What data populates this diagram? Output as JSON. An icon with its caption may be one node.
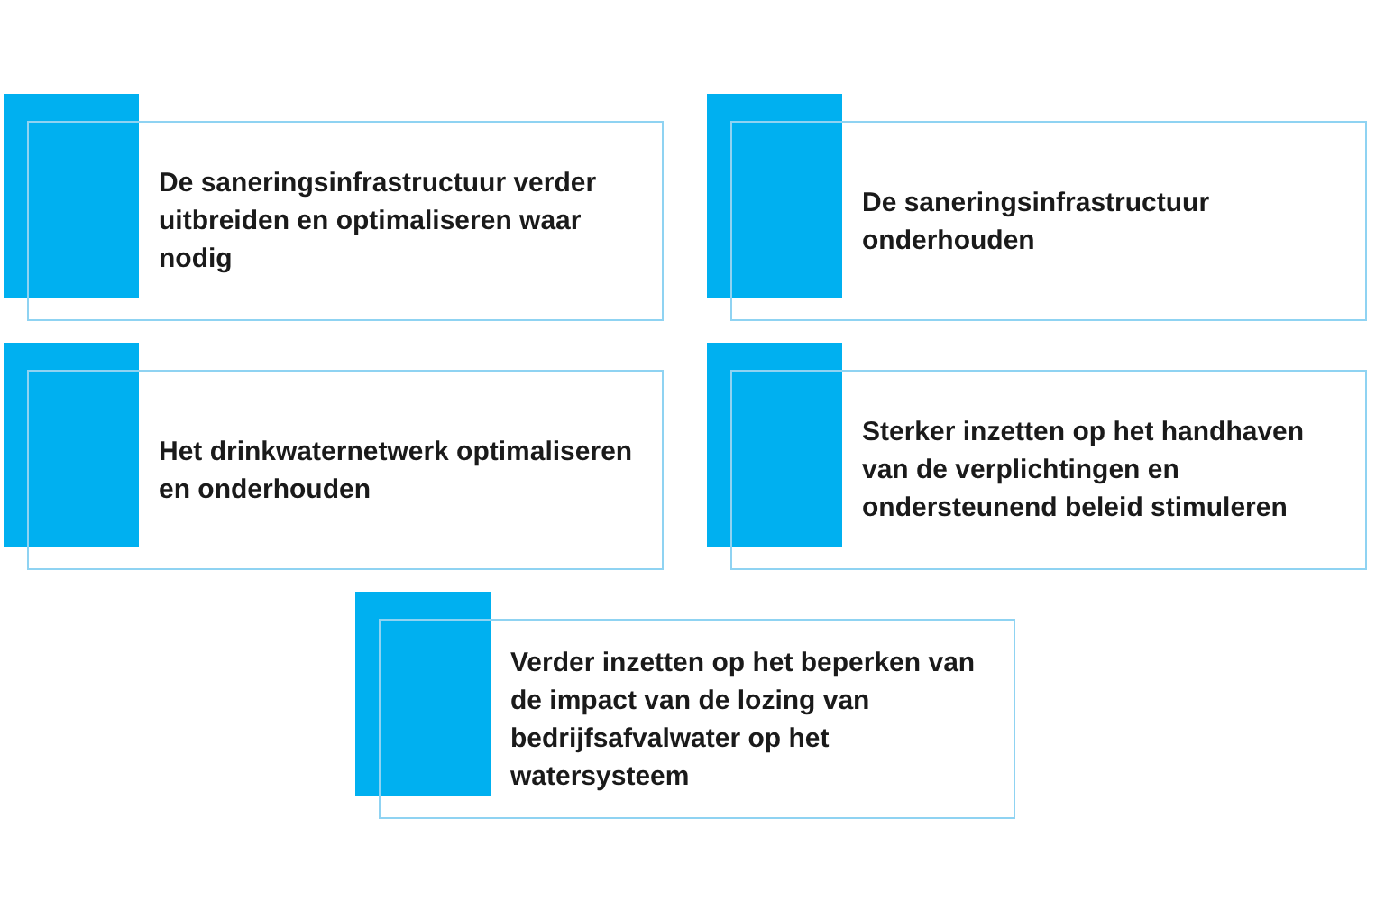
{
  "diagram": {
    "nodes": [
      {
        "text": [
          "De saneringsinfrastructuur verder uitbreiden en optimaliseren waar nodig"
        ]
      },
      {
        "text": [
          "De saneringsinfrastructuur onderhouden"
        ]
      },
      {
        "text": [
          "Het drinkwaternetwerk optimaliseren en onderhouden"
        ]
      },
      {
        "text": [
          "Sterker inzetten op het handhaven van de verplichtingen en ondersteunend beleid stimuleren"
        ]
      },
      {
        "text": [
          "Verder inzetten op het beperken van de impact van de lozing van bedrijfsafvalwater op het watersysteem"
        ]
      }
    ]
  }
}
